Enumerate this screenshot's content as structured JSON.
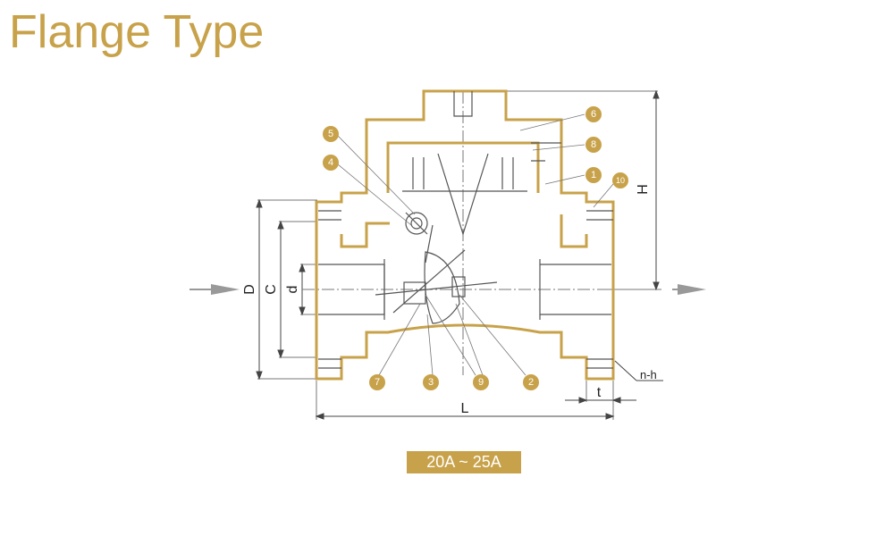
{
  "title": "Flange Type",
  "size_range": "20A ~ 25A",
  "colors": {
    "accent": "#c8a24a",
    "outline": "#c8a24a",
    "line": "#555555"
  },
  "callouts": [
    "1",
    "2",
    "3",
    "4",
    "5",
    "6",
    "7",
    "8",
    "9",
    "10"
  ],
  "dimensions": {
    "D": "D",
    "C": "C",
    "d": "d",
    "H": "H",
    "L": "L",
    "t": "t",
    "nh": "n-h"
  }
}
